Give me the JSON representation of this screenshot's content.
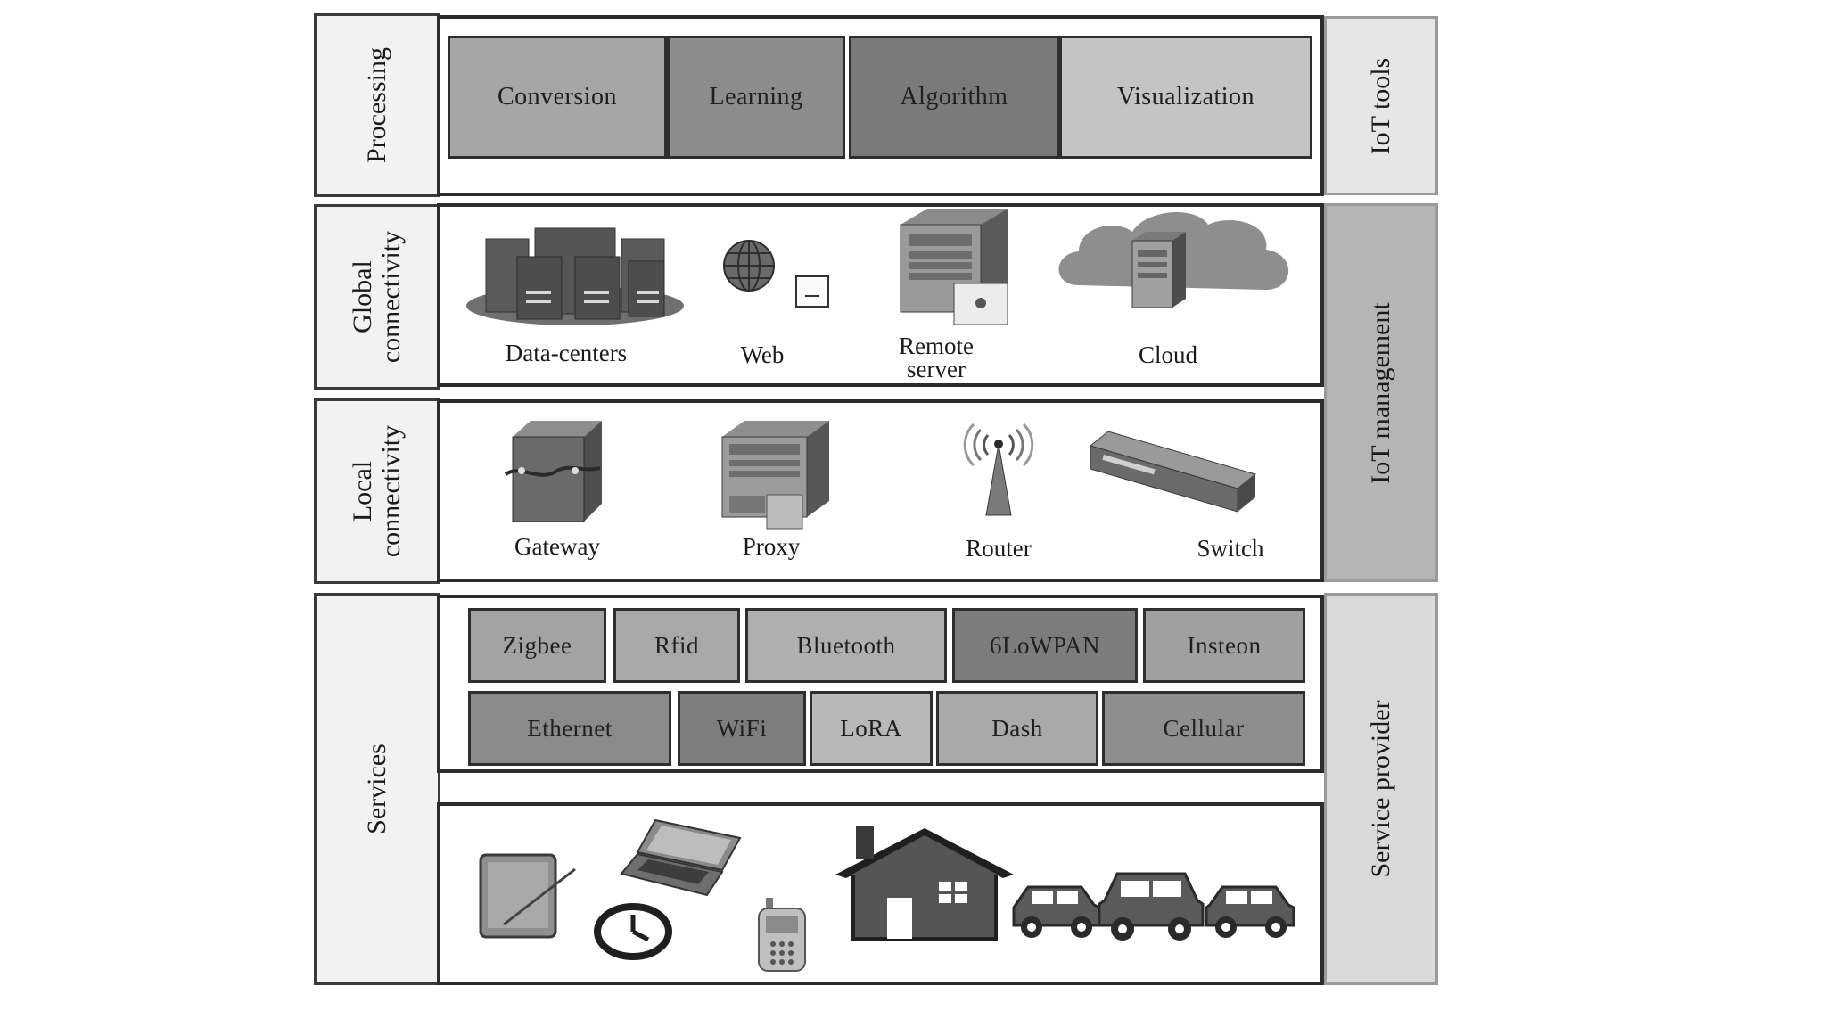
{
  "left_labels": {
    "processing": "Processing",
    "global_1": "Global",
    "global_2": "connectivity",
    "local_1": "Local",
    "local_2": "connectivity",
    "services": "Services"
  },
  "right_labels": {
    "iot_tools": "IoT tools",
    "iot_management": "IoT management",
    "service_provider": "Service provider"
  },
  "processing": {
    "cells": [
      {
        "label": "Conversion",
        "color": "#a6a6a6"
      },
      {
        "label": "Learning",
        "color": "#8c8c8c"
      },
      {
        "label": "Algorithm",
        "color": "#7a7a7a"
      },
      {
        "label": "Visualization",
        "color": "#c4c4c4"
      }
    ]
  },
  "global": {
    "items": [
      {
        "label": "Data-centers",
        "icon": "data-centers-icon"
      },
      {
        "label": "Web",
        "icon": "globe-icon"
      },
      {
        "label_1": "Remote",
        "label_2": "server",
        "icon": "remote-server-icon"
      },
      {
        "label": "Cloud",
        "icon": "cloud-server-icon"
      }
    ]
  },
  "local": {
    "items": [
      {
        "label": "Gateway",
        "icon": "gateway-icon"
      },
      {
        "label": "Proxy",
        "icon": "proxy-server-icon"
      },
      {
        "label": "Router",
        "icon": "router-antenna-icon"
      },
      {
        "label": "Switch",
        "icon": "network-switch-icon"
      }
    ]
  },
  "services": {
    "row1": [
      {
        "label": "Zigbee",
        "color": "#a3a3a3"
      },
      {
        "label": "Rfid",
        "color": "#a8a8a8"
      },
      {
        "label": "Bluetooth",
        "color": "#b0b0b0"
      },
      {
        "label": "6LoWPAN",
        "color": "#7c7c7c"
      },
      {
        "label": "Insteon",
        "color": "#a0a0a0"
      }
    ],
    "row2": [
      {
        "label": "Ethernet",
        "color": "#8a8a8a"
      },
      {
        "label": "WiFi",
        "color": "#7e7e7e"
      },
      {
        "label": "LoRA",
        "color": "#b8b8b8"
      },
      {
        "label": "Dash",
        "color": "#a9a9a9"
      },
      {
        "label": "Cellular",
        "color": "#8e8e8e"
      }
    ],
    "devices": [
      "tablet-icon",
      "laptop-icon",
      "clock-icon",
      "mobile-phone-icon",
      "house-icon",
      "cars-icon"
    ]
  },
  "colors": {
    "border": "#2c2c2c",
    "side_label_bg": "#f2f2f2",
    "iot_tools_bg": "#e6e6e6",
    "iot_management_bg": "#b5b5b5",
    "service_provider_bg": "#d9d9d9"
  }
}
